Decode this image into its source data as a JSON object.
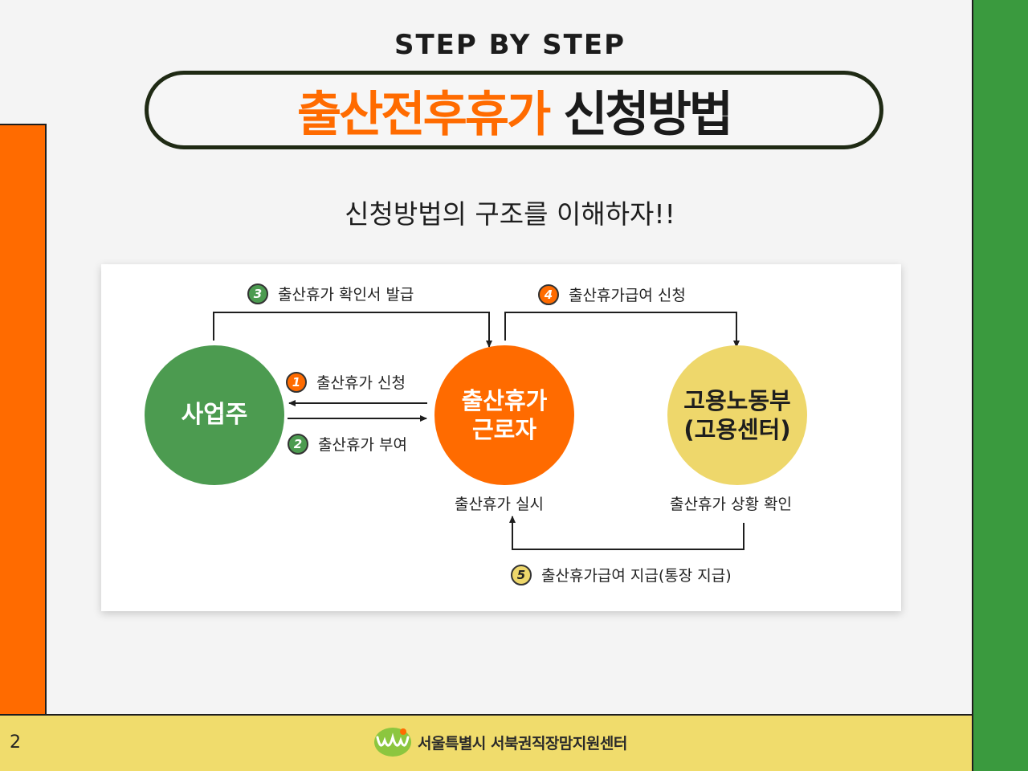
{
  "header": {
    "kicker": "STEP BY STEP",
    "title_highlight": "출산전후휴가",
    "title_rest": "신청방법"
  },
  "subtitle": "신청방법의 구조를 이해하자!!",
  "diagram": {
    "nodes": {
      "employer": "사업주",
      "worker": "출산휴가\n근로자",
      "ministry": "고용노동부\n(고용센터)"
    },
    "steps": [
      {
        "number": "1",
        "label": "출산휴가 신청"
      },
      {
        "number": "2",
        "label": "출산휴가 부여"
      },
      {
        "number": "3",
        "label": "출산휴가 확인서 발급"
      },
      {
        "number": "4",
        "label": "출산휴가급여 신청"
      },
      {
        "number": "5",
        "label": "출산휴가급여 지급(통장 지급)"
      }
    ],
    "captions": {
      "worker": "출산휴가 실시",
      "ministry": "출산휴가 상황 확인"
    }
  },
  "footer": {
    "page_number": "2",
    "organization": "서울특별시 서북권직장맘지원센터"
  },
  "colors": {
    "orange": "#ff6b00",
    "green": "#4c9b50",
    "yellow": "#eed76b",
    "footer": "#f0dc6c",
    "right_bar": "#3a9a3e"
  }
}
